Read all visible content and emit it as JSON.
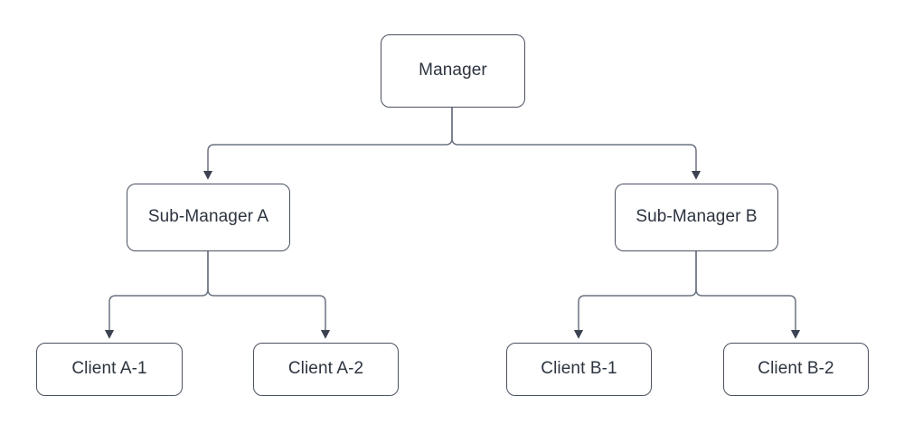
{
  "diagram": {
    "type": "org-chart-tree",
    "orientation": "top-down",
    "background_color": "#ffffff",
    "node_fill_color": "#ffffff",
    "node_border_color": "#4a5160",
    "connector_color": "#6b7280",
    "arrowhead_color": "#3b4251",
    "text_color": "#2d3440",
    "nodes": {
      "manager": {
        "label": "Manager",
        "level": 0
      },
      "sub_manager_a": {
        "label": "Sub-Manager A",
        "level": 1
      },
      "sub_manager_b": {
        "label": "Sub-Manager B",
        "level": 1
      },
      "client_a_1": {
        "label": "Client A-1",
        "level": 2
      },
      "client_a_2": {
        "label": "Client A-2",
        "level": 2
      },
      "client_b_1": {
        "label": "Client B-1",
        "level": 2
      },
      "client_b_2": {
        "label": "Client B-2",
        "level": 2
      }
    },
    "edges": [
      {
        "from": "Manager",
        "to": "Sub-Manager A",
        "arrow": "to"
      },
      {
        "from": "Manager",
        "to": "Sub-Manager B",
        "arrow": "to"
      },
      {
        "from": "Sub-Manager A",
        "to": "Client A-1",
        "arrow": "to"
      },
      {
        "from": "Sub-Manager A",
        "to": "Client A-2",
        "arrow": "to"
      },
      {
        "from": "Sub-Manager B",
        "to": "Client B-1",
        "arrow": "to"
      },
      {
        "from": "Sub-Manager B",
        "to": "Client B-2",
        "arrow": "to"
      }
    ]
  }
}
